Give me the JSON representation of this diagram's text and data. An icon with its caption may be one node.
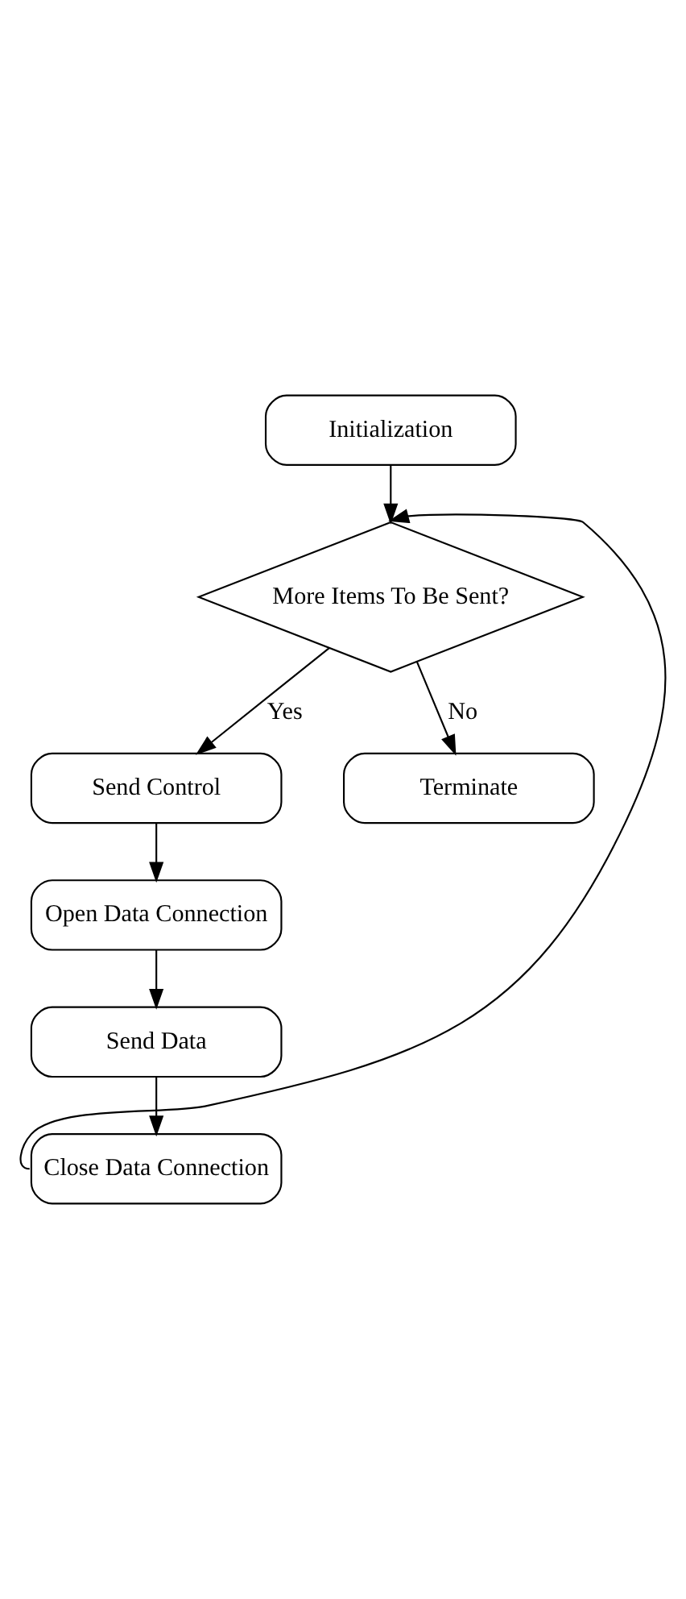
{
  "diagram": {
    "nodes": [
      {
        "text": [
          "Initialization"
        ]
      },
      {
        "text": [
          "More Items To Be Sent?"
        ]
      },
      {
        "text": [
          "Send Control"
        ]
      },
      {
        "text": [
          "Open Data Connection"
        ]
      },
      {
        "text": [
          "Send Data"
        ]
      },
      {
        "text": [
          "Close Data Connection"
        ]
      },
      {
        "text": [
          "Terminate"
        ]
      }
    ],
    "edges": [
      {
        "from": 0,
        "to": 1,
        "arrow": "to"
      },
      {
        "from": 1,
        "to": 2,
        "arrow": "to",
        "label": "Yes"
      },
      {
        "from": 2,
        "to": 3,
        "arrow": "to"
      },
      {
        "from": 3,
        "to": 4,
        "arrow": "to"
      },
      {
        "from": 4,
        "to": 5,
        "arrow": "to"
      },
      {
        "from": 5,
        "to": 1,
        "arrow": "to"
      },
      {
        "from": 1,
        "to": 6,
        "arrow": "to",
        "label": "No"
      }
    ]
  }
}
